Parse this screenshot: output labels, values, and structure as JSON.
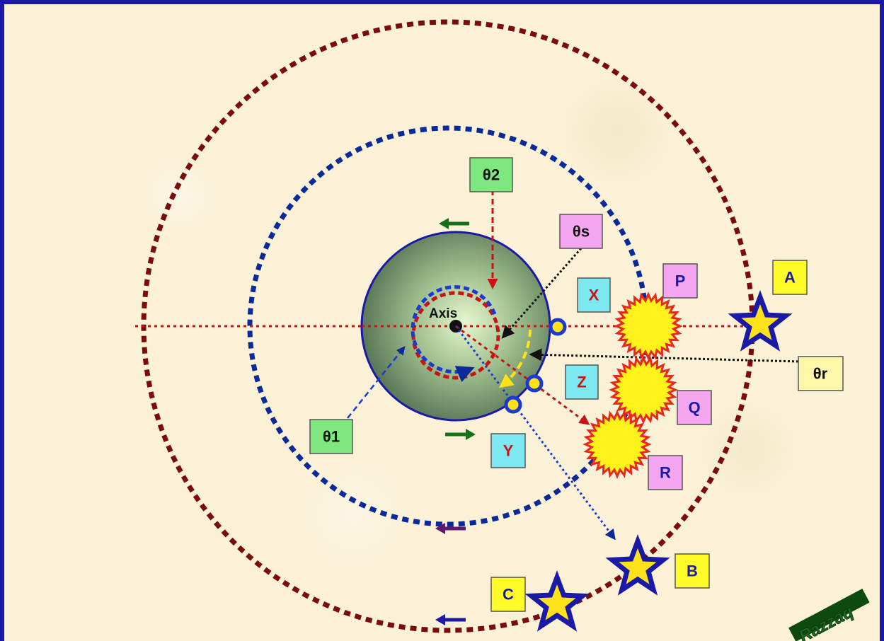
{
  "colors": {
    "background": "#fbf1d6",
    "frame": "#1a1aa6",
    "outer_orbit": "#7a0c0c",
    "inner_orbit": "#0a2a9a",
    "red_line": "#c81414",
    "green_box": "#7ee87e",
    "pink_box": "#f4a6f0",
    "cyan_box": "#7ee8f0",
    "yellow_box": "#fffc2a",
    "light_yellow_box": "#fff8a8"
  },
  "center_label": "Axis",
  "angles": {
    "theta1": "θ1",
    "theta2": "θ2",
    "theta_s": "θs",
    "theta_r": "θr"
  },
  "stars": {
    "a": "A",
    "b": "B",
    "c": "C"
  },
  "suns": {
    "p": "P",
    "q": "Q",
    "r": "R"
  },
  "observers": {
    "x": "X",
    "y": "Y",
    "z": "Z"
  },
  "watermark": "Razzaq",
  "icons": {
    "star": "star-icon",
    "sun": "sun-icon",
    "observer": "observer-ring-icon",
    "arrow": "direction-arrow-icon"
  }
}
